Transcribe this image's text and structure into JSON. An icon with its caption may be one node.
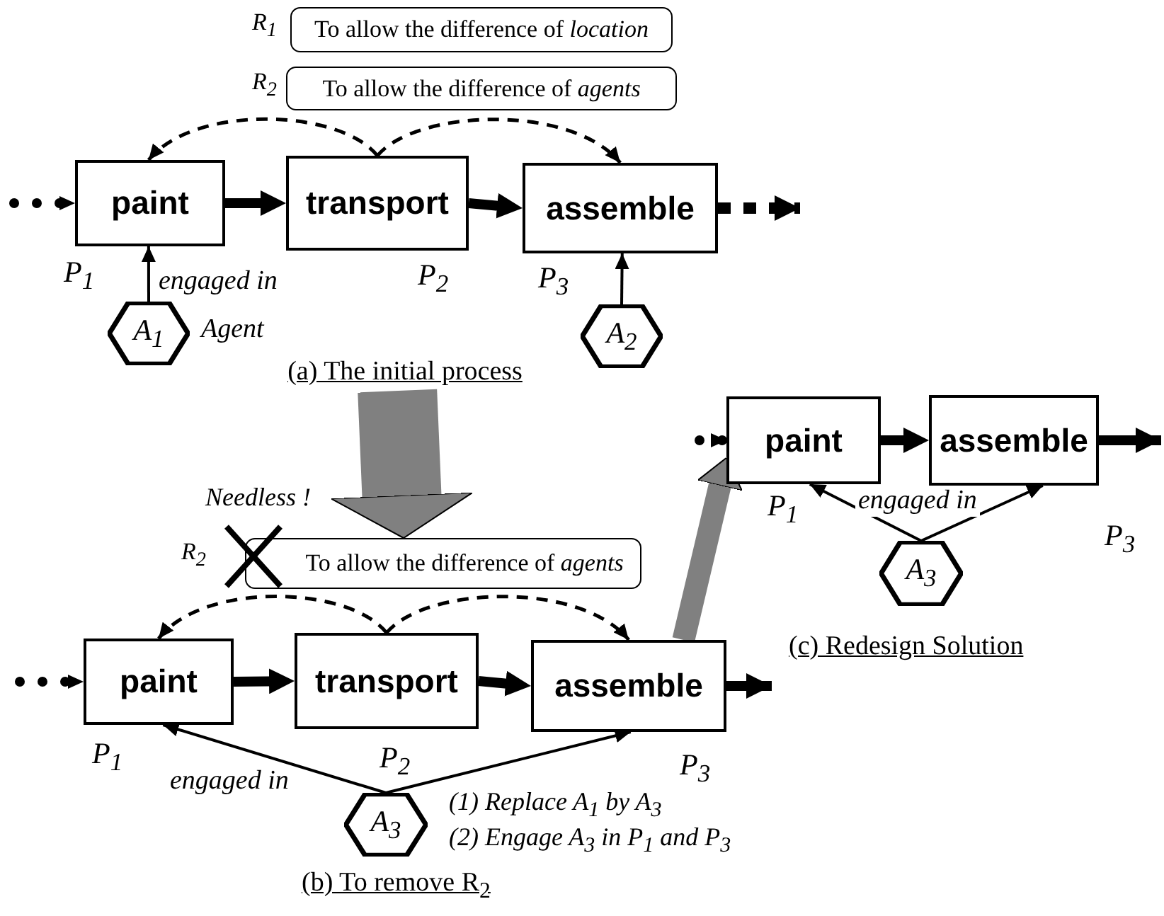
{
  "diagram": {
    "nodes": [
      {
        "text": [
          "To allow the difference of *location*"
        ],
        "beside": [
          "R$_{1}$"
        ]
      },
      {
        "text": [
          "To allow the difference of *agents*"
        ],
        "beside": [
          "R$_{2}$"
        ]
      },
      {
        "text": [
          "paint"
        ],
        "beside": [
          "P$_{1}$"
        ]
      },
      {
        "text": [
          "transport"
        ],
        "beside": [
          "P$_{2}$"
        ]
      },
      {
        "text": [
          "assemble"
        ],
        "beside": [
          "P$_{3}$"
        ]
      },
      {
        "text": [
          "A$_{1}$"
        ],
        "beside": [
          "Agent"
        ]
      },
      {
        "text": [
          "A$_{2}$"
        ]
      },
      {
        "text": [
          "(a) The initial process"
        ]
      },
      {
        "text": [
          "To allow the difference of *agents*"
        ],
        "beside": [
          "R$_{2}$"
        ]
      },
      {
        "text": [
          "paint"
        ],
        "beside": [
          "P$_{1}$"
        ]
      },
      {
        "text": [
          "transport"
        ],
        "beside": [
          "P$_{2}$"
        ]
      },
      {
        "text": [
          "assemble"
        ],
        "beside": [
          "P$_{3}$"
        ]
      },
      {
        "text": [
          "A$_{3}$"
        ]
      },
      {
        "text": [
          "paint"
        ],
        "beside": [
          "P$_{1}$"
        ]
      },
      {
        "text": [
          "assemble"
        ],
        "beside": [
          "P$_{3}$"
        ]
      },
      {
        "text": [
          "A$_{3}$"
        ]
      }
    ],
    "edges": [
      {
        "from": null,
        "to": 2,
        "arrow": "to",
        "style": "dashed"
      },
      {
        "from": 2,
        "to": 3,
        "arrow": "to"
      },
      {
        "from": 3,
        "to": 4,
        "arrow": "to"
      },
      {
        "from": 4,
        "to": null,
        "arrow": "to",
        "style": "dashed"
      },
      {
        "from": 3,
        "to": 2,
        "arrow": "to",
        "style": "dashed"
      },
      {
        "from": 3,
        "to": 4,
        "arrow": "to",
        "style": "dashed"
      },
      {
        "from": 5,
        "to": 2,
        "arrow": "to",
        "label": "engaged in"
      },
      {
        "from": 6,
        "to": 4,
        "arrow": "to"
      },
      {
        "from": 7,
        "to": 8,
        "arrow": "to",
        "style": "thick",
        "color": "#808080"
      },
      {
        "from": null,
        "to": 9,
        "arrow": "to",
        "style": "dashed"
      },
      {
        "from": 9,
        "to": 10,
        "arrow": "to"
      },
      {
        "from": 10,
        "to": 11,
        "arrow": "to"
      },
      {
        "from": 11,
        "to": null,
        "arrow": "to"
      },
      {
        "from": 10,
        "to": 9,
        "arrow": "to",
        "style": "dashed"
      },
      {
        "from": 10,
        "to": 11,
        "arrow": "to",
        "style": "dashed"
      },
      {
        "from": 12,
        "to": 9,
        "arrow": "to",
        "label": "engaged in"
      },
      {
        "from": 12,
        "to": 11,
        "arrow": "to"
      },
      {
        "from": 11,
        "to": 13,
        "arrow": "to",
        "style": "thick",
        "color": "#808080"
      },
      {
        "from": null,
        "to": 13,
        "arrow": "to",
        "style": "dashed"
      },
      {
        "from": 13,
        "to": 14,
        "arrow": "to"
      },
      {
        "from": 14,
        "to": null,
        "arrow": "to"
      },
      {
        "from": 15,
        "to": 13,
        "arrow": "to",
        "label": "engaged in"
      },
      {
        "from": 15,
        "to": 14,
        "arrow": "to"
      }
    ],
    "labels": [
      "Needless !",
      "(1) Replace A$_{1}$ by A$_{3}$",
      "(2) Engage A$_{3}$ in P$_{1}$ and P$_{3}$",
      "(b) To remove R$_{2}$",
      "(c) Redesign Solution"
    ]
  }
}
